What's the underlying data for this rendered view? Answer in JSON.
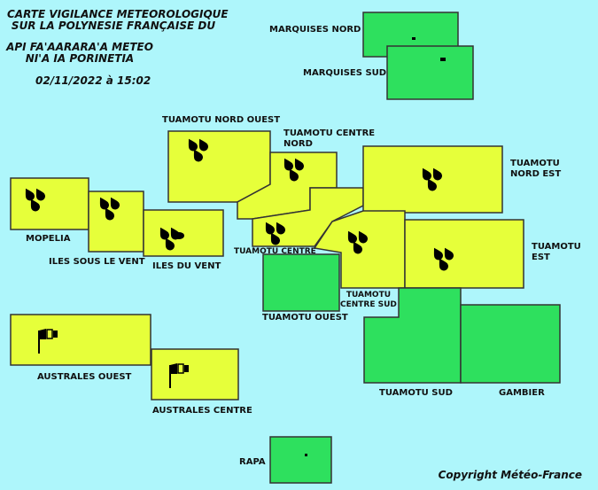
{
  "header": {
    "title_line1": "CARTE VIGILANCE METEOROLOGIQUE",
    "title_line2": "SUR LA POLYNESIE FRANÇAISE DU",
    "subtitle_line1": "API FA'AARARA'A METEO",
    "subtitle_line2": "NI'A IA PORINETIA",
    "datetime": "02/11/2022 à 15:02"
  },
  "colors": {
    "background": "#aef6fb",
    "yellow": "#e6ff3a",
    "green": "#2ee05e",
    "border": "#333333"
  },
  "regions": [
    {
      "id": "marquises-nord",
      "name": "MARQUISES NORD",
      "level": "green",
      "icon": "none"
    },
    {
      "id": "marquises-sud",
      "name": "MARQUISES SUD",
      "level": "green",
      "icon": "none"
    },
    {
      "id": "tuamotu-nord-ouest",
      "name": "TUAMOTU NORD OUEST",
      "level": "yellow",
      "icon": "rain-icon"
    },
    {
      "id": "tuamotu-centre-nord",
      "name": "TUAMOTU CENTRE NORD",
      "level": "yellow",
      "icon": "rain-icon"
    },
    {
      "id": "tuamotu-nord-est",
      "name": "TUAMOTU NORD EST",
      "level": "yellow",
      "icon": "rain-icon"
    },
    {
      "id": "mopelia",
      "name": "MOPELIA",
      "level": "yellow",
      "icon": "rain-icon"
    },
    {
      "id": "iles-sous-le-vent",
      "name": "ILES SOUS LE VENT",
      "level": "yellow",
      "icon": "rain-icon"
    },
    {
      "id": "iles-du-vent",
      "name": "ILES DU VENT",
      "level": "yellow",
      "icon": "rain-icon"
    },
    {
      "id": "tuamotu-centre",
      "name": "TUAMOTU CENTRE",
      "level": "yellow",
      "icon": "rain-icon"
    },
    {
      "id": "tuamotu-centre-sud",
      "name": "TUAMOTU CENTRE SUD",
      "level": "yellow",
      "icon": "rain-icon"
    },
    {
      "id": "tuamotu-est",
      "name": "TUAMOTU EST",
      "level": "yellow",
      "icon": "rain-icon"
    },
    {
      "id": "tuamotu-ouest",
      "name": "TUAMOTU OUEST",
      "level": "green",
      "icon": "none"
    },
    {
      "id": "tuamotu-sud",
      "name": "TUAMOTU SUD",
      "level": "green",
      "icon": "none"
    },
    {
      "id": "gambier",
      "name": "GAMBIER",
      "level": "green",
      "icon": "none"
    },
    {
      "id": "australes-ouest",
      "name": "AUSTRALES OUEST",
      "level": "yellow",
      "icon": "wind-icon"
    },
    {
      "id": "australes-centre",
      "name": "AUSTRALES CENTRE",
      "level": "yellow",
      "icon": "wind-icon"
    },
    {
      "id": "rapa",
      "name": "RAPA",
      "level": "green",
      "icon": "none"
    }
  ],
  "labels": {
    "marquises_nord": "MARQUISES NORD",
    "marquises_sud": "MARQUISES SUD",
    "tuamotu_nord_ouest": "TUAMOTU NORD OUEST",
    "tuamotu_centre_nord_1": "TUAMOTU CENTRE",
    "tuamotu_centre_nord_2": "NORD",
    "tuamotu_nord_est_1": "TUAMOTU",
    "tuamotu_nord_est_2": "NORD EST",
    "mopelia": "MOPELIA",
    "iles_sous_le_vent": "ILES SOUS LE VENT",
    "iles_du_vent": "ILES DU VENT",
    "tuamotu_centre": "TUAMOTU CENTRE",
    "tuamotu_est_1": "TUAMOTU",
    "tuamotu_est_2": "EST",
    "tuamotu_centre_sud_1": "TUAMOTU",
    "tuamotu_centre_sud_2": "CENTRE SUD",
    "tuamotu_ouest": "TUAMOTU OUEST",
    "tuamotu_sud": "TUAMOTU SUD",
    "gambier": "GAMBIER",
    "australes_ouest": "AUSTRALES OUEST",
    "australes_centre": "AUSTRALES CENTRE",
    "rapa": "RAPA"
  },
  "footer": {
    "copyright": "Copyright Météo-France"
  }
}
